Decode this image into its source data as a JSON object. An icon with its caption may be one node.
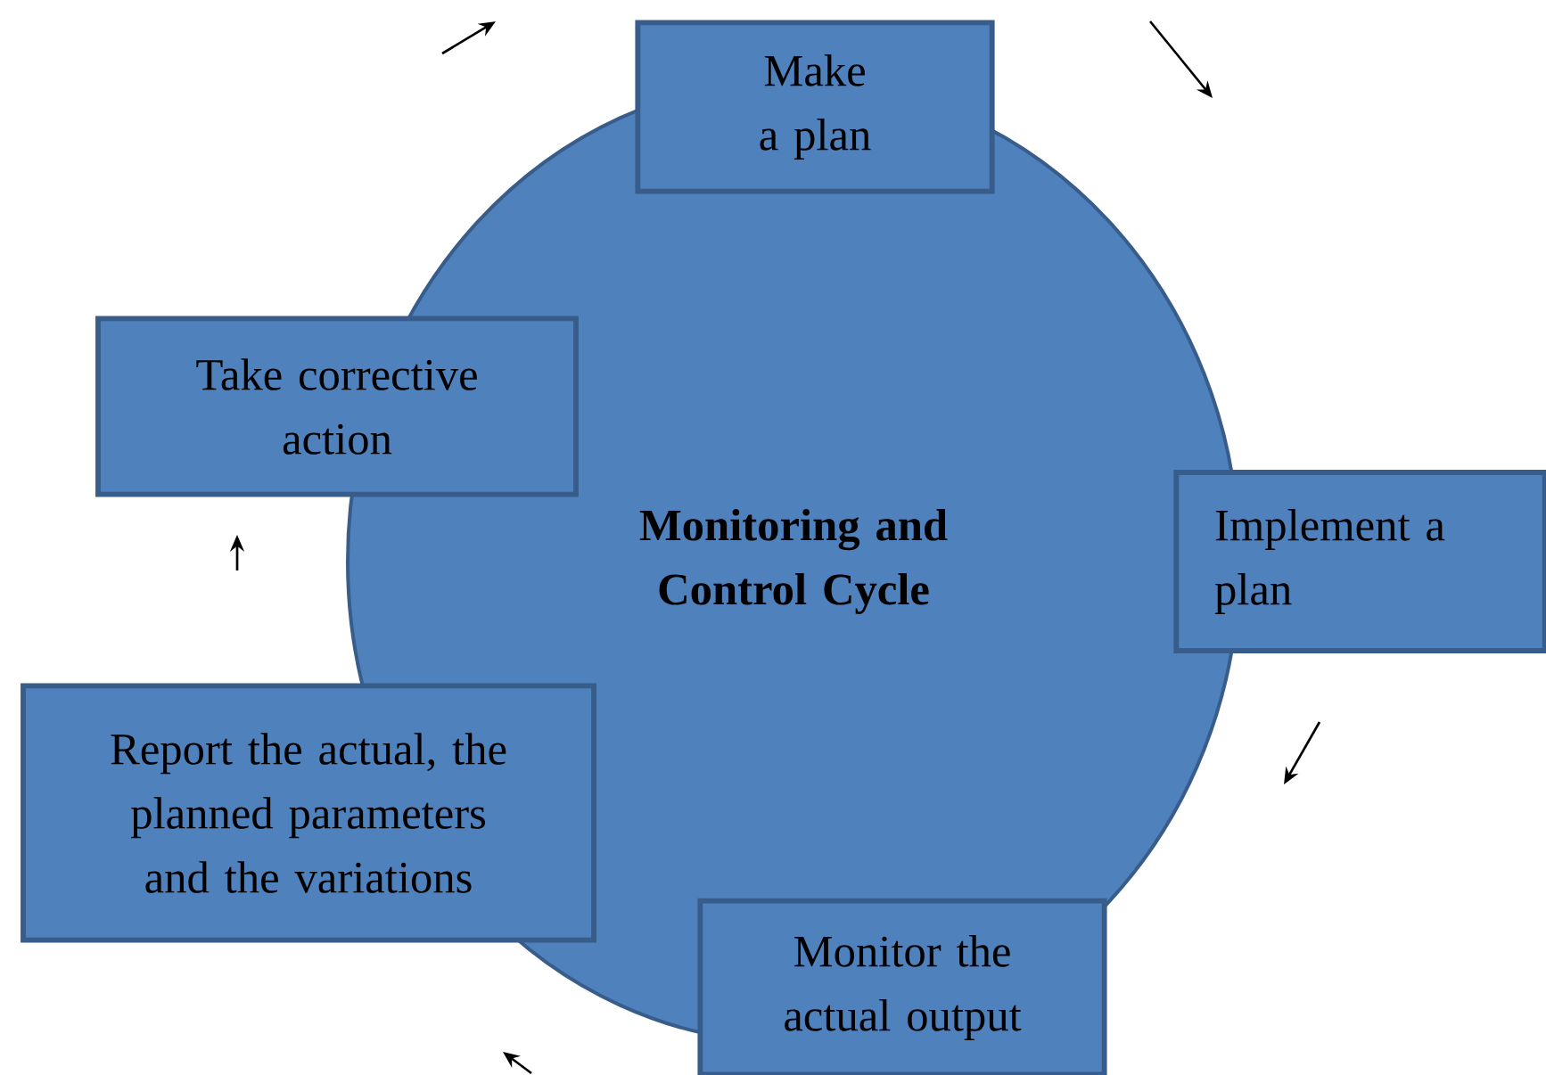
{
  "diagram": {
    "nodes": [
      {
        "text": [
          "Monitoring and Control Cycle"
        ]
      },
      {
        "text": [
          "Make a plan"
        ]
      },
      {
        "text": [
          "Implement a plan"
        ]
      },
      {
        "text": [
          "Monitor the actual output"
        ]
      },
      {
        "text": [
          "Report the actual, the planned parameters and the variations"
        ]
      },
      {
        "text": [
          "Take corrective action"
        ]
      }
    ]
  }
}
